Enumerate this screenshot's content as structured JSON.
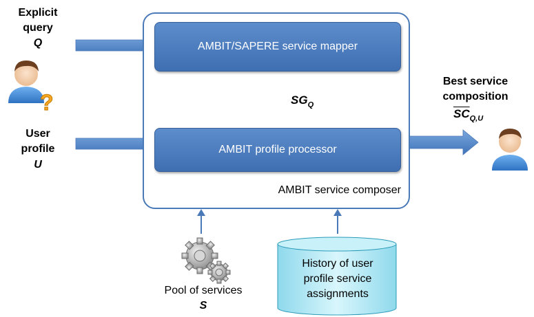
{
  "inputs": {
    "query_title": "Explicit\nquery",
    "query_symbol": "Q",
    "profile_title": "User\nprofile",
    "profile_symbol": "U"
  },
  "composer": {
    "mapper_label": "AMBIT/SAPERE service mapper",
    "processor_label": "AMBIT profile processor",
    "composer_label": "AMBIT service composer",
    "sg_symbol": "SG",
    "sg_subscript": "Q"
  },
  "output": {
    "title": "Best service\ncomposition",
    "symbol": "SC",
    "subscript": "Q,U"
  },
  "resources": {
    "pool_label": "Pool of services",
    "pool_symbol": "S",
    "history_label": "History of user\nprofile service\nassignments"
  },
  "colors": {
    "box_fill": "#4a7cc0",
    "arrow_fill": "#4f86cc",
    "border": "#4a79b8",
    "db_fill": "#b8ecf7"
  },
  "icons": [
    "user-question-icon",
    "user-icon",
    "gears-icon",
    "database-icon"
  ]
}
